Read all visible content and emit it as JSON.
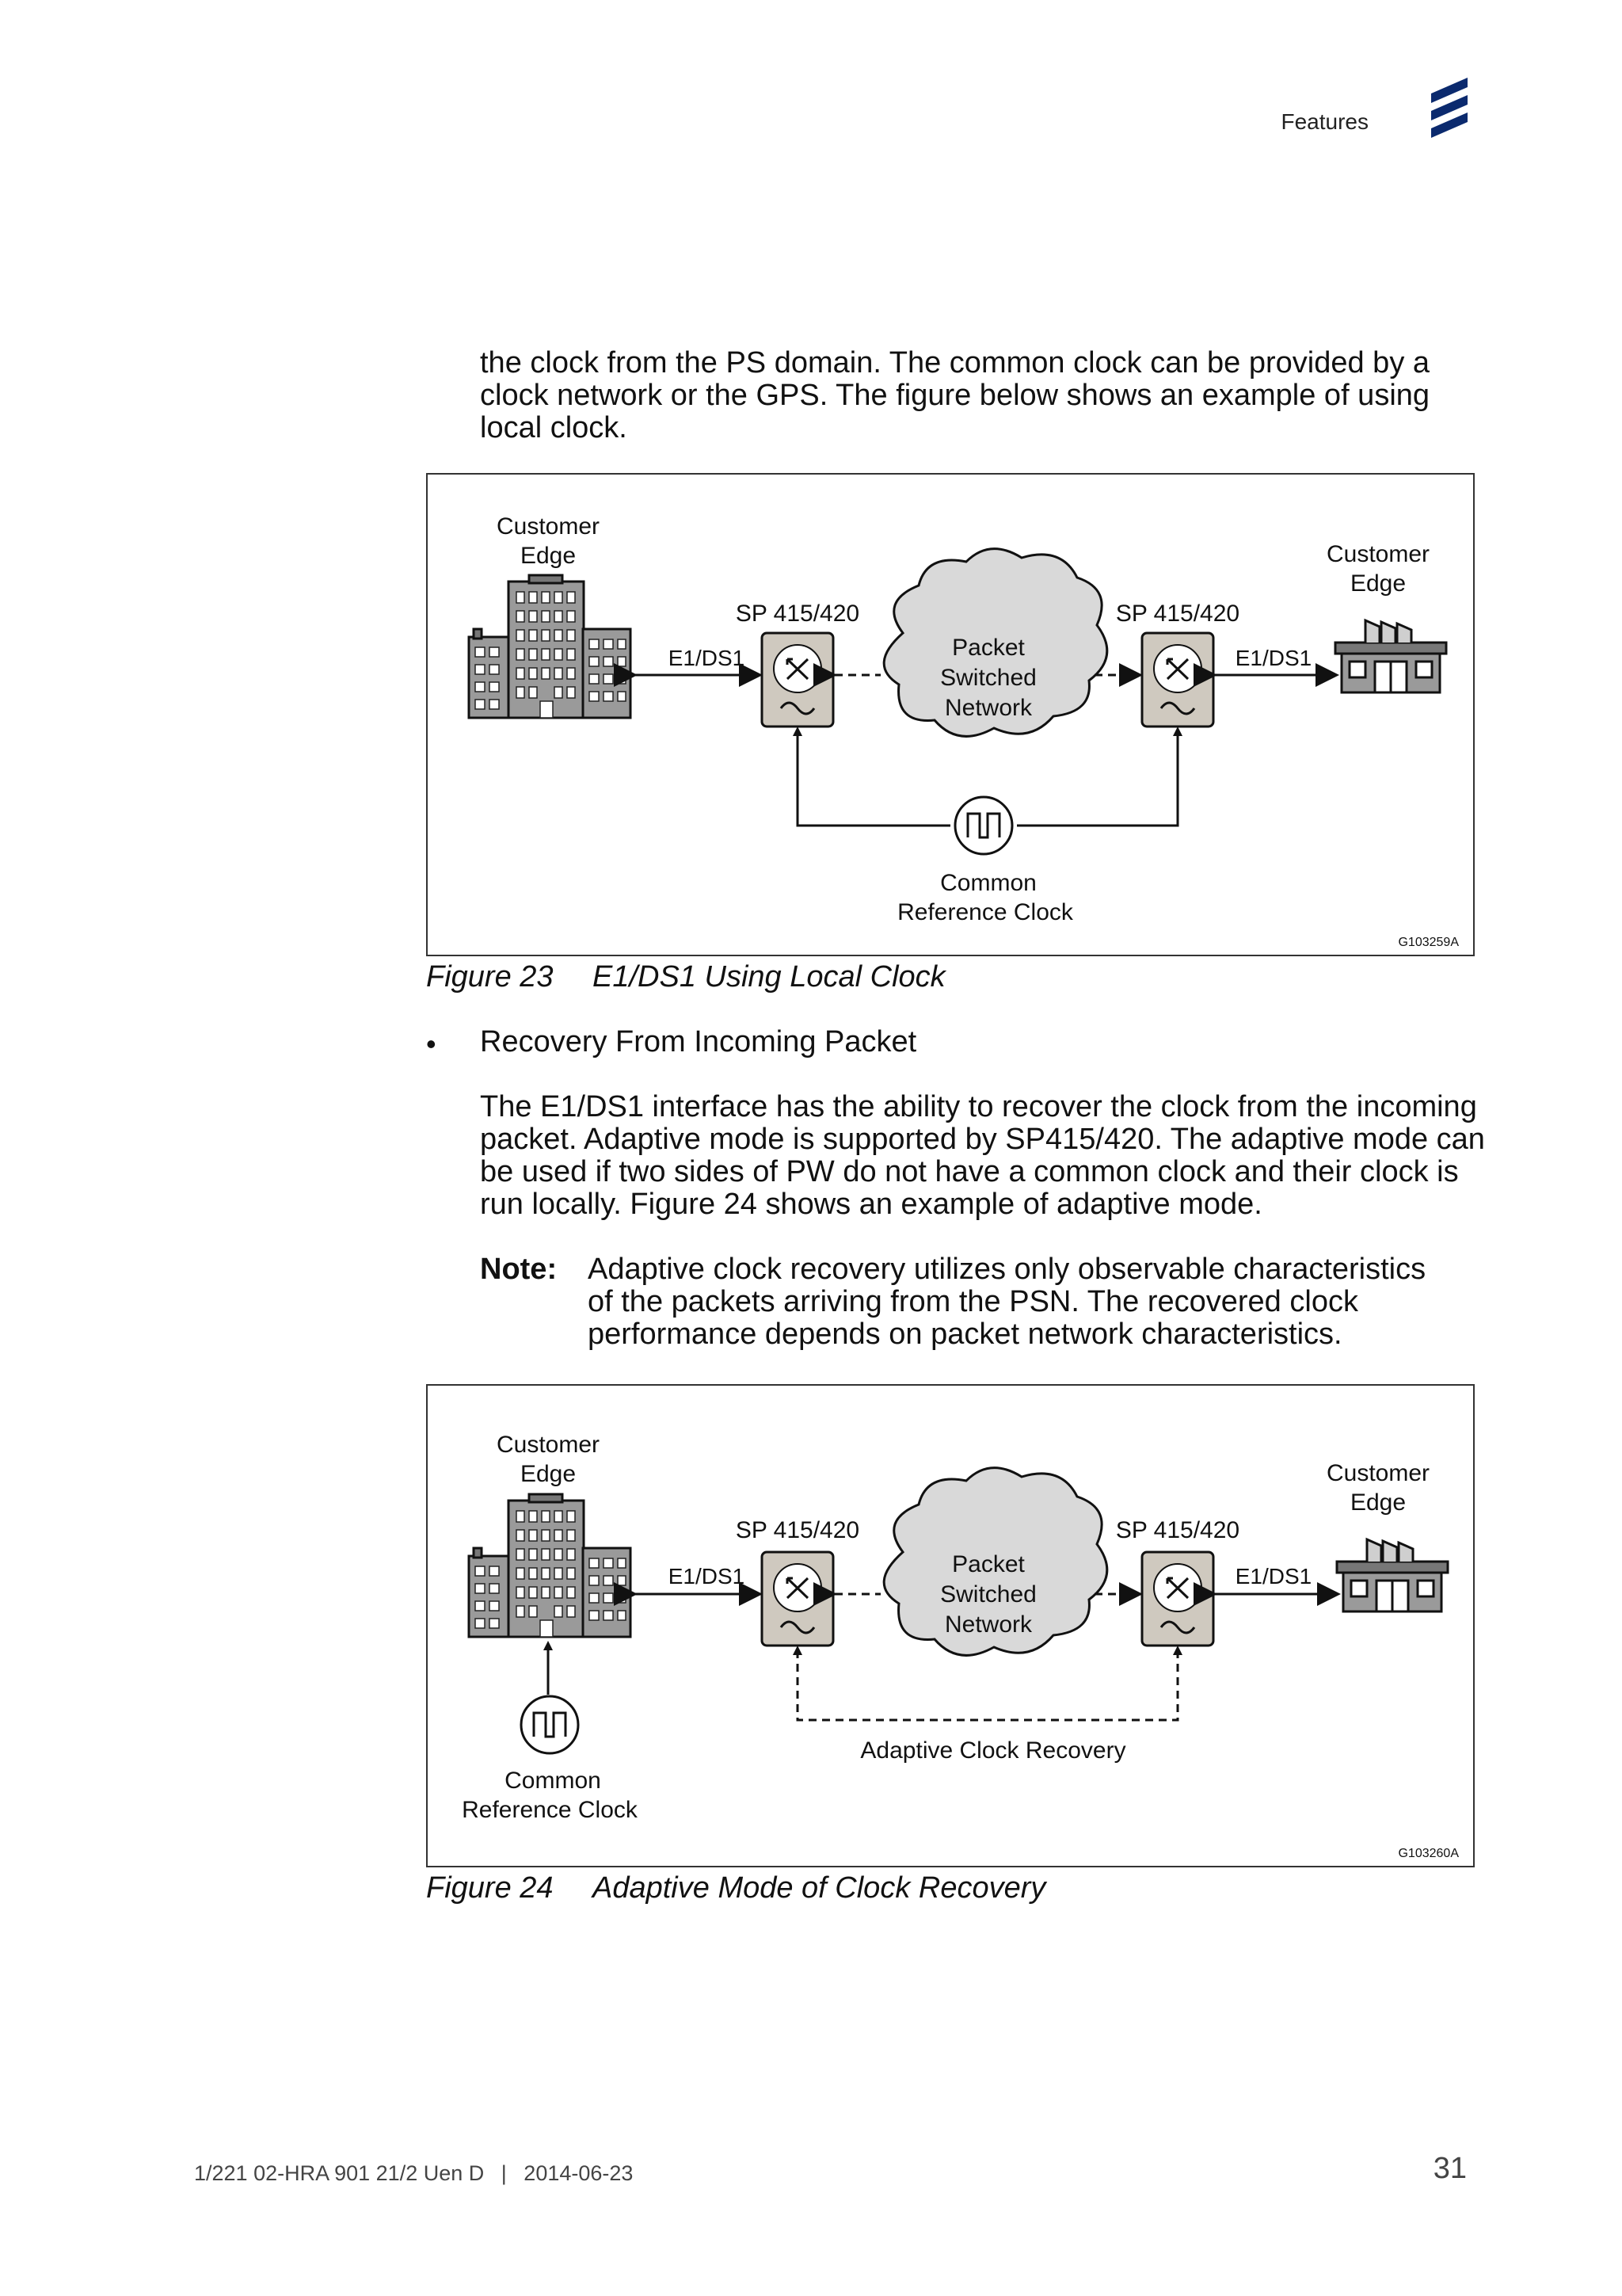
{
  "header": {
    "section": "Features"
  },
  "intro_text": "the clock from the PS domain.  The common clock can be provided by a clock network or the GPS. The figure below shows an example of using local clock.",
  "figure23": {
    "customer_edge_left": [
      "Customer",
      "Edge"
    ],
    "customer_edge_right": [
      "Customer",
      "Edge"
    ],
    "sp_left": "SP 415/420",
    "sp_right": "SP 415/420",
    "link_left": "E1/DS1",
    "link_right": "E1/DS1",
    "cloud": [
      "Packet",
      "Switched",
      "Network"
    ],
    "clock": [
      "Common",
      "Reference Clock"
    ],
    "graphic_id": "G103259A",
    "caption_num": "Figure 23",
    "caption_title": "E1/DS1 Using Local Clock"
  },
  "bullet": {
    "symbol": "•",
    "text": "Recovery From Incoming Packet"
  },
  "paragraph": "The E1/DS1 interface has the ability to recover the clock from the incoming packet.  Adaptive mode is supported by SP415/420.  The adaptive mode can be used if two sides of PW do not have a common clock and their clock is run locally.  Figure 24 shows an example of adaptive mode.",
  "note": {
    "label": "Note:",
    "text": "Adaptive clock recovery utilizes only observable characteristics of the packets arriving from the PSN. The recovered clock performance depends on packet network characteristics."
  },
  "figure24": {
    "customer_edge_left": [
      "Customer",
      "Edge"
    ],
    "customer_edge_right": [
      "Customer",
      "Edge"
    ],
    "sp_left": "SP 415/420",
    "sp_right": "SP 415/420",
    "link_left": "E1/DS1",
    "link_right": "E1/DS1",
    "cloud": [
      "Packet",
      "Switched",
      "Network"
    ],
    "clock": [
      "Common",
      "Reference Clock"
    ],
    "recovery": "Adaptive Clock Recovery",
    "graphic_id": "G103260A",
    "caption_num": "Figure 24",
    "caption_title": "Adaptive Mode of Clock Recovery"
  },
  "footer": {
    "doc_id": "1/221 02-HRA 901 21/2 Uen D",
    "separator": "|",
    "date": "2014-06-23",
    "page_number": "31"
  },
  "colors": {
    "node_fill": "#cfc9bf",
    "cloud_fill": "#d9d9d9",
    "logo": "#0b2a6e"
  }
}
